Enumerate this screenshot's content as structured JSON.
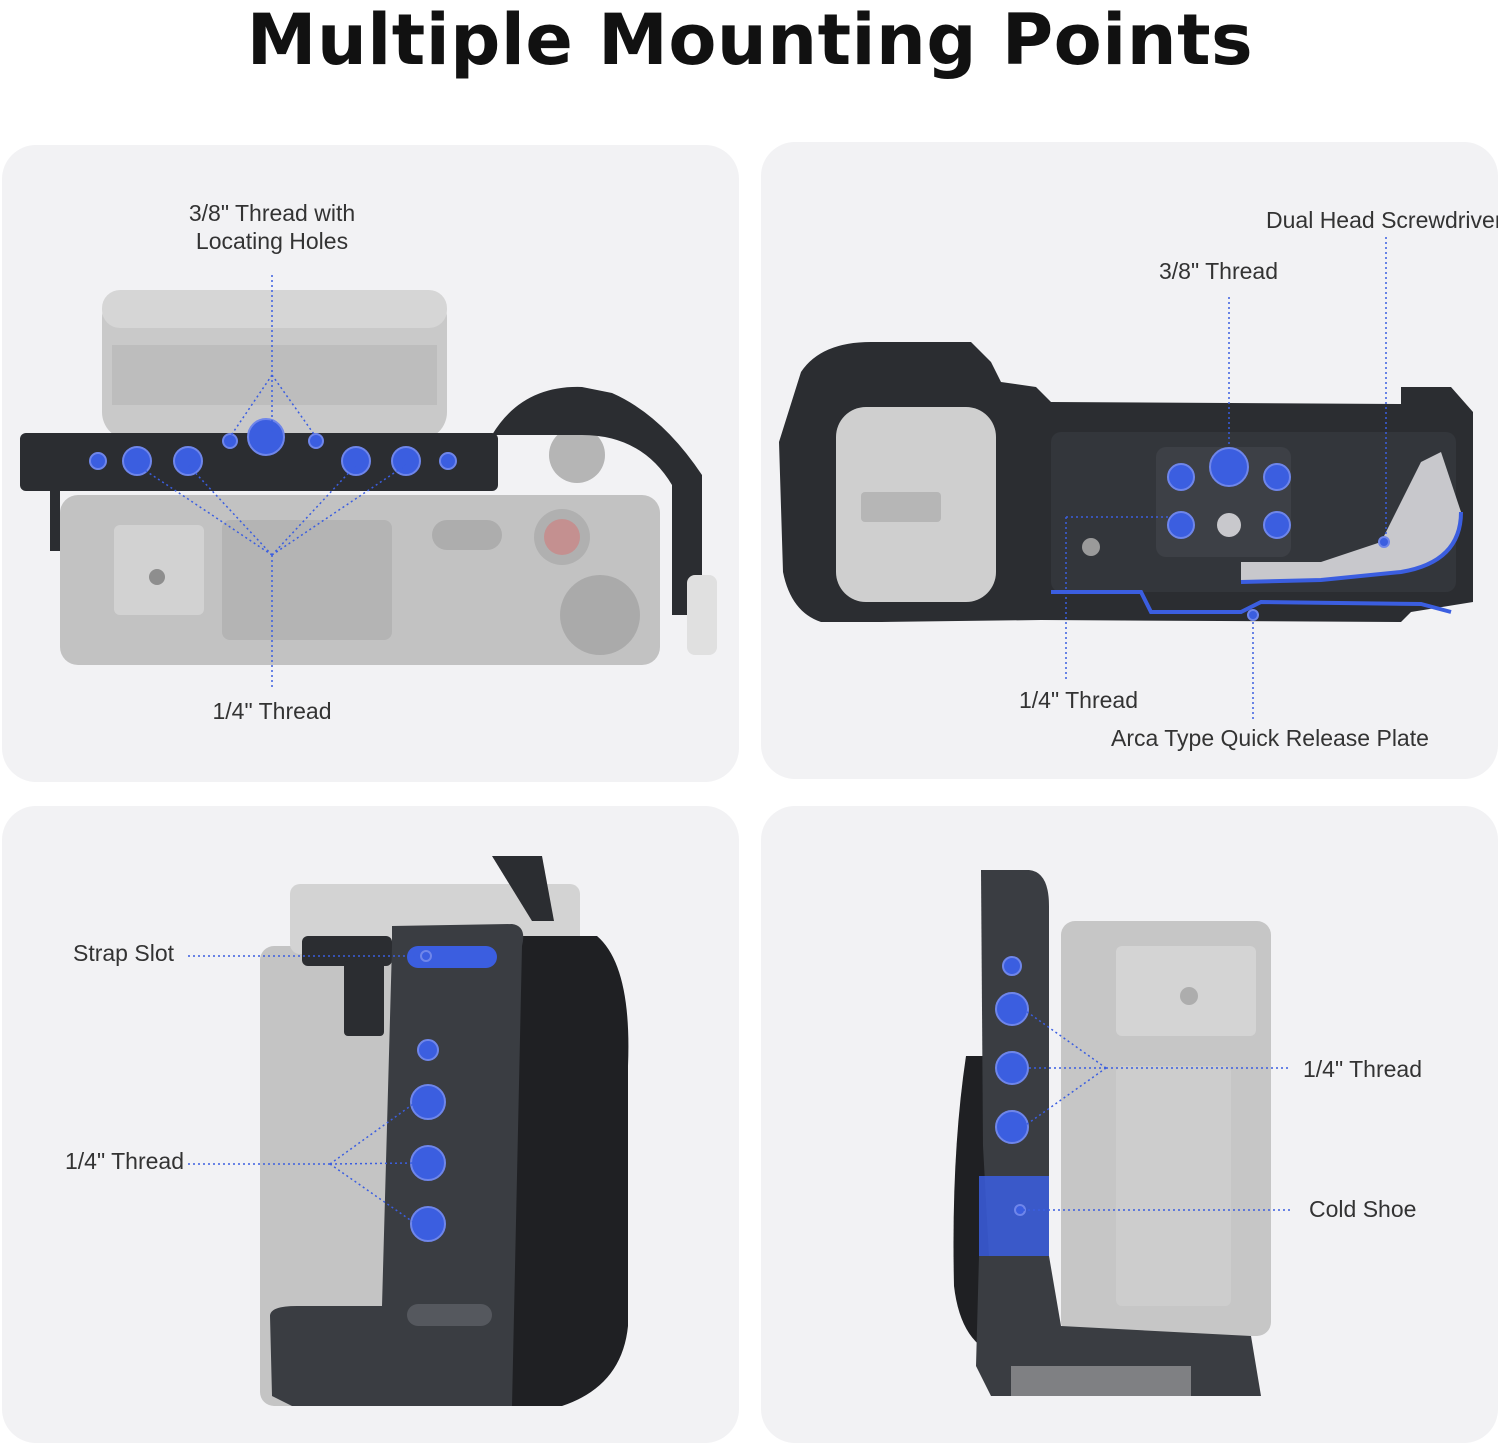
{
  "title": "Multiple Mounting Points",
  "colors": {
    "accent": "#3b5ee0",
    "metal": "#2b2d31",
    "camera": "#bdbdbd",
    "panel": "#f2f2f4"
  },
  "panels": [
    {
      "labels": {
        "top": "3/8\" Thread with\nLocating Holes",
        "bottom": "1/4\" Thread"
      }
    },
    {
      "labels": {
        "screwdriver": "Dual Head Screwdriver",
        "thread38": "3/8\" Thread",
        "thread14": "1/4\" Thread",
        "arca": "Arca Type Quick Release Plate"
      }
    },
    {
      "labels": {
        "strap": "Strap Slot",
        "thread14": "1/4\" Thread"
      }
    },
    {
      "labels": {
        "thread14": "1/4\" Thread",
        "coldshoe": "Cold Shoe"
      }
    }
  ]
}
